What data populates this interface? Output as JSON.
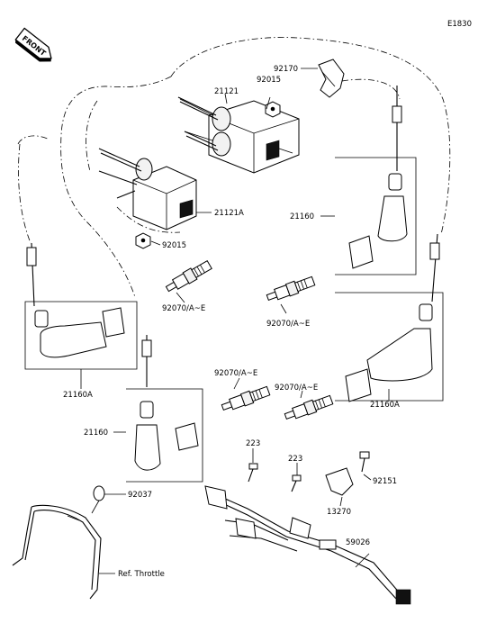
{
  "diagram_code": "E1830",
  "front_label": "FRONT",
  "callouts": {
    "p92170": "92170",
    "p92015_top": "92015",
    "p21121_top": "21121",
    "p21121a": "21121A",
    "p92015_bot": "92015",
    "p21160_right": "21160",
    "p92070_left": "92070/A~E",
    "p92070_mid": "92070/A~E",
    "p21160a_left": "21160A",
    "p92070_c1": "92070/A~E",
    "p92070_c2": "92070/A~E",
    "p21160_left": "21160",
    "p21160a_right": "21160A",
    "p223_a": "223",
    "p223_b": "223",
    "p92151": "92151",
    "p92037": "92037",
    "p13270": "13270",
    "p59026": "59026",
    "ref_throttle": "Ref. Throttle"
  }
}
